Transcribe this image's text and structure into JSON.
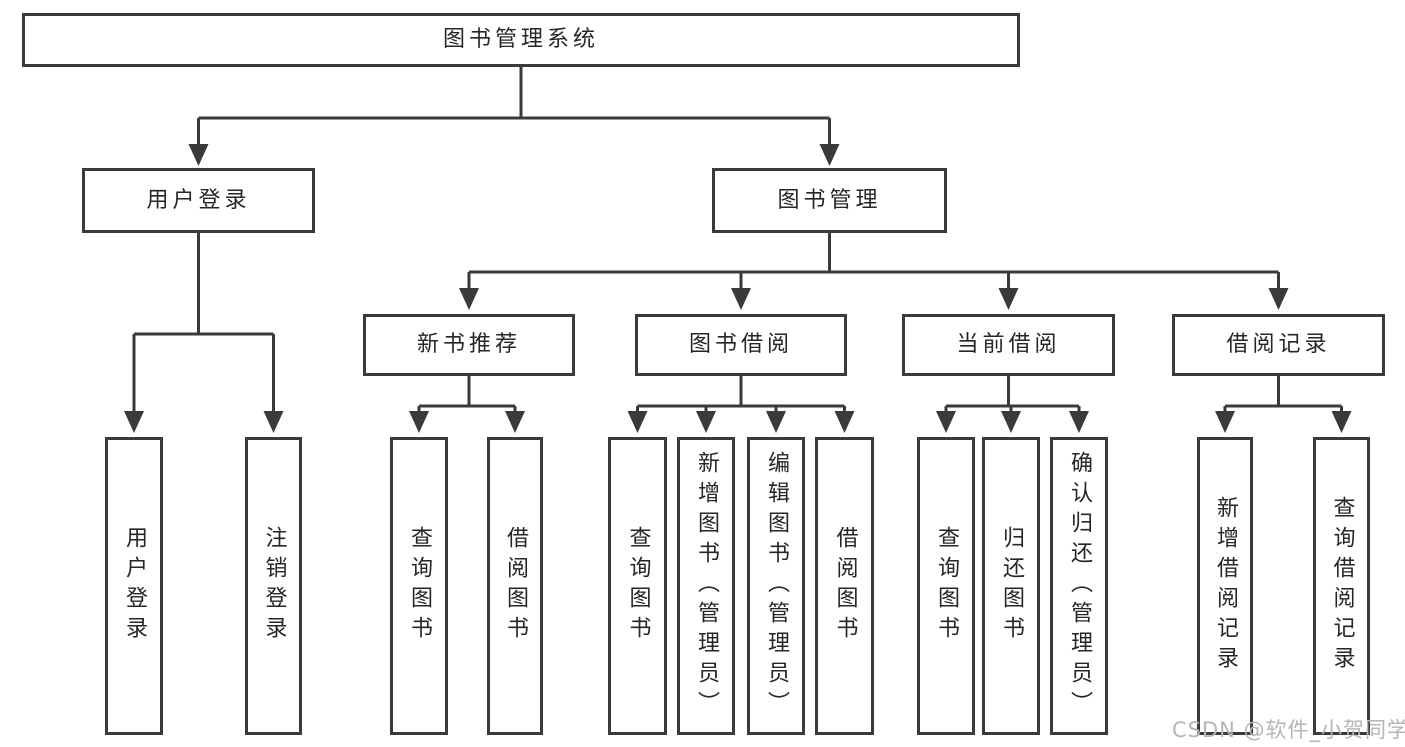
{
  "diagram_type": "hierarchy-tree",
  "tree": {
    "label": "图书管理系统",
    "children": [
      {
        "label": "用户登录",
        "children": [
          {
            "label": "用户登录"
          },
          {
            "label": "注销登录"
          }
        ]
      },
      {
        "label": "图书管理",
        "children": [
          {
            "label": "新书推荐",
            "children": [
              {
                "label": "查询图书"
              },
              {
                "label": "借阅图书"
              }
            ]
          },
          {
            "label": "图书借阅",
            "children": [
              {
                "label": "查询图书"
              },
              {
                "label": "新增图书（管理员）"
              },
              {
                "label": "编辑图书（管理员）"
              },
              {
                "label": "借阅图书"
              }
            ]
          },
          {
            "label": "当前借阅",
            "children": [
              {
                "label": "查询图书"
              },
              {
                "label": "归还图书"
              },
              {
                "label": "确认归还（管理员）"
              }
            ]
          },
          {
            "label": "借阅记录",
            "children": [
              {
                "label": "新增借阅记录"
              },
              {
                "label": "查询借阅记录"
              }
            ]
          }
        ]
      }
    ]
  },
  "watermark": {
    "text": "CSDN @软件_小贺同学"
  },
  "colors": {
    "line": "#3a3a3a",
    "text": "#262626",
    "watermark": "#b5b5b5",
    "background": "#ffffff"
  }
}
